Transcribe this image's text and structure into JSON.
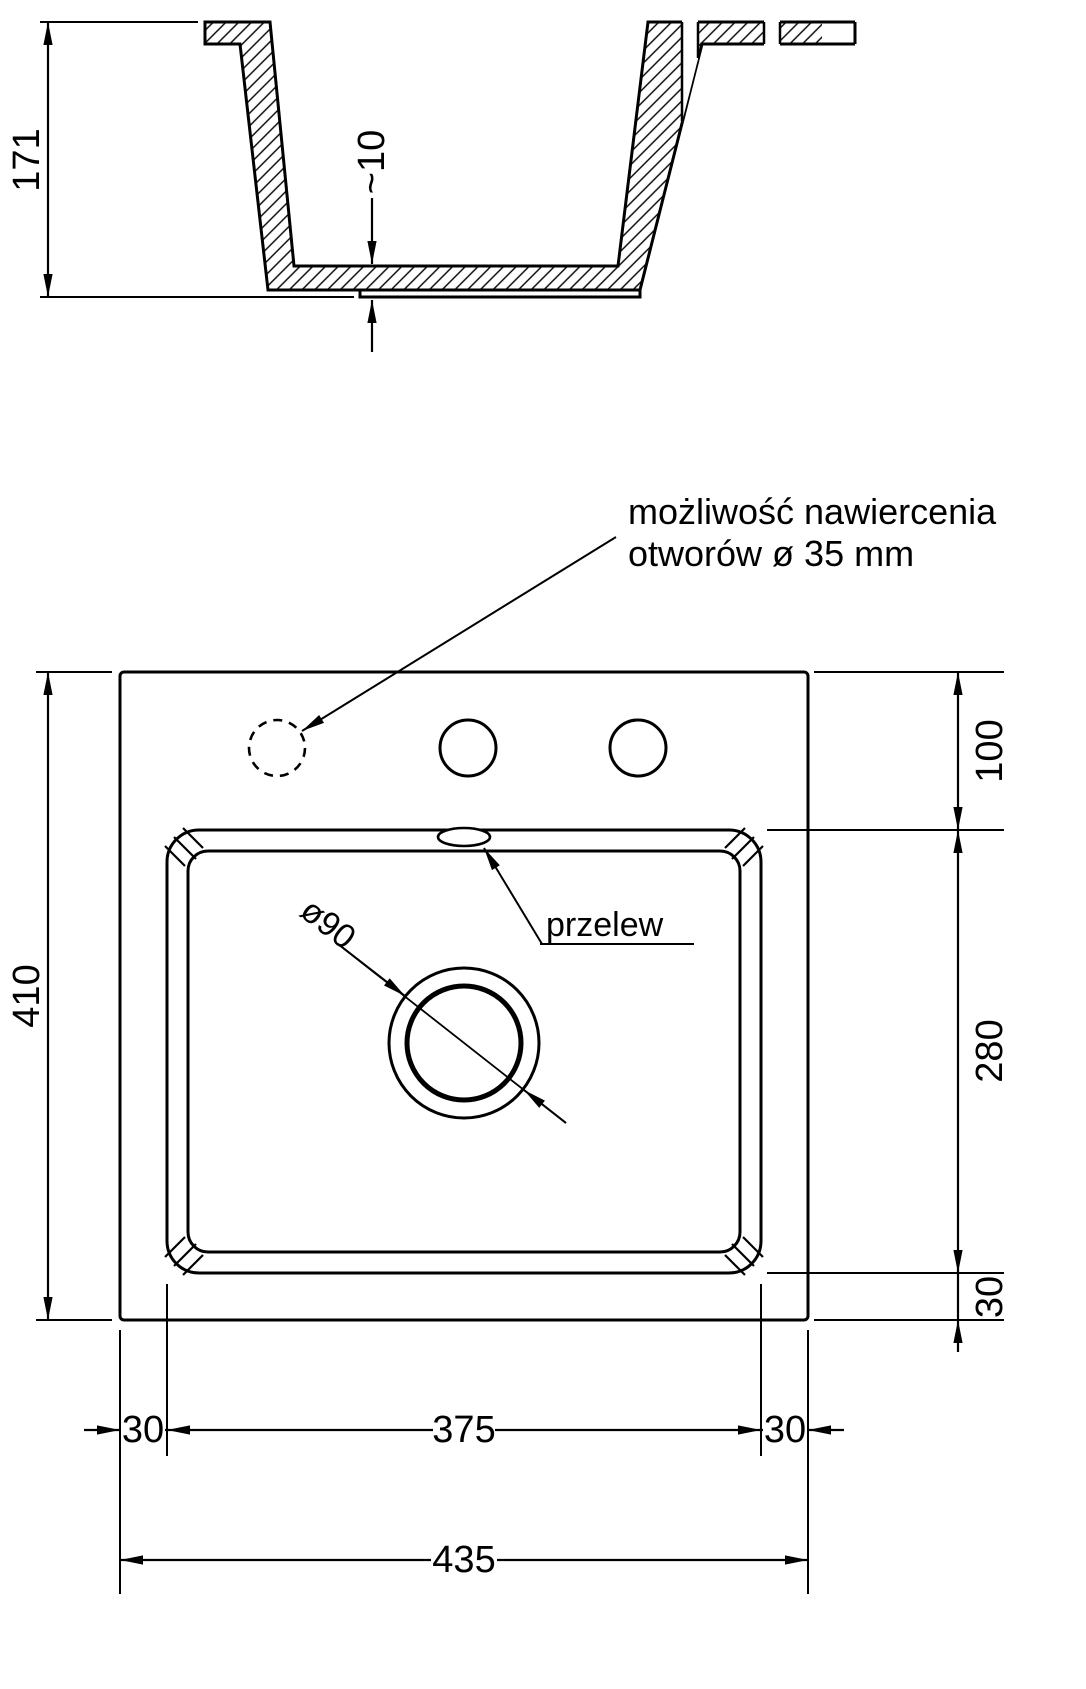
{
  "colors": {
    "line": "#000000",
    "background": "#ffffff"
  },
  "drawing": {
    "section_view": {
      "depth_label": "171",
      "bottom_thickness_label": "~10"
    },
    "top_view": {
      "height_label": "410",
      "deck_offset_label": "100",
      "basin_height_label": "280",
      "bottom_margin_label": "30",
      "left_margin_label": "30",
      "basin_width_label": "375",
      "right_margin_label": "30",
      "total_width_label": "435",
      "drain_label": "ø90",
      "overflow_label": "przelew",
      "drill_note": {
        "line1": "możliwość nawiercenia",
        "line2": "otworów ø 35 mm"
      }
    }
  }
}
